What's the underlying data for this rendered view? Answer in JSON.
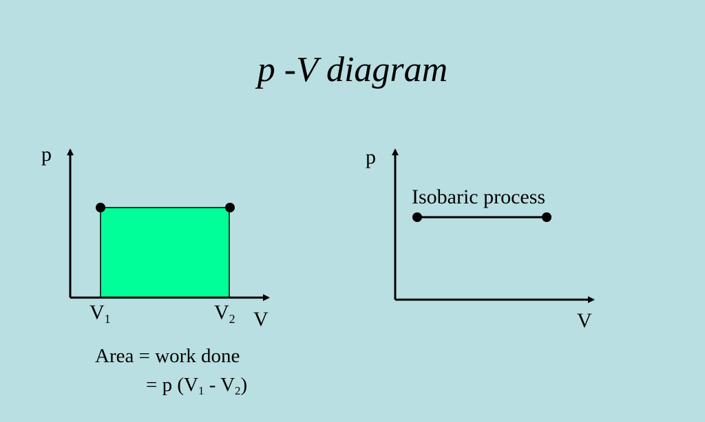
{
  "title": "p -V diagram",
  "colors": {
    "background": "#b9dfe3",
    "area_fill": "#00ff99"
  },
  "left_diagram": {
    "y_axis_label": "p",
    "x_axis_label": "V",
    "v1_label": "V",
    "v1_sub": "1",
    "v2_label": "V",
    "v2_sub": "2",
    "caption_line1": "Area = work done",
    "caption_line2": {
      "prefix": "= p (V",
      "sub1": "1",
      "middle": " - V",
      "sub2": "2",
      "suffix": ")"
    }
  },
  "right_diagram": {
    "y_axis_label": "p",
    "x_axis_label": "V",
    "process_label": "Isobaric process"
  }
}
